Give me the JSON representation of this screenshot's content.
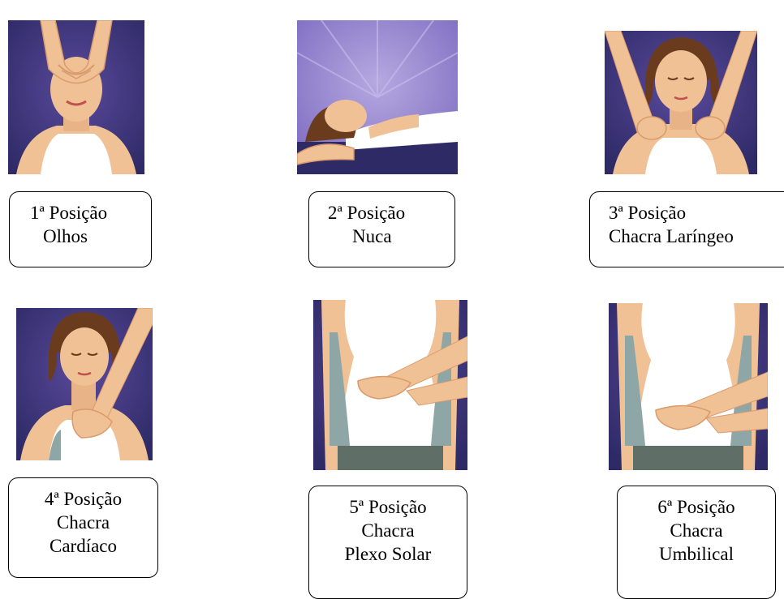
{
  "positions": [
    {
      "lines": [
        "1ª Posição",
        "Olhos"
      ]
    },
    {
      "lines": [
        "2ª Posição",
        "Nuca"
      ]
    },
    {
      "lines": [
        "3ª Posição",
        "Chacra Laríngeo"
      ]
    },
    {
      "lines": [
        "4ª Posição",
        "Chacra",
        "Cardíaco"
      ]
    },
    {
      "lines": [
        "5ª Posição",
        "Chacra",
        "Plexo Solar"
      ]
    },
    {
      "lines": [
        "6ª Posição",
        "Chacra",
        "Umbilical"
      ]
    }
  ],
  "colors": {
    "background_purple": "#5a4a9c",
    "background_dark": "#2e2a66",
    "skin": "#f1c196",
    "skin_shadow": "#d99a6c",
    "hair": "#6b3b1e",
    "top_white": "#ffffff",
    "pants_gray": "#5f6e66"
  }
}
